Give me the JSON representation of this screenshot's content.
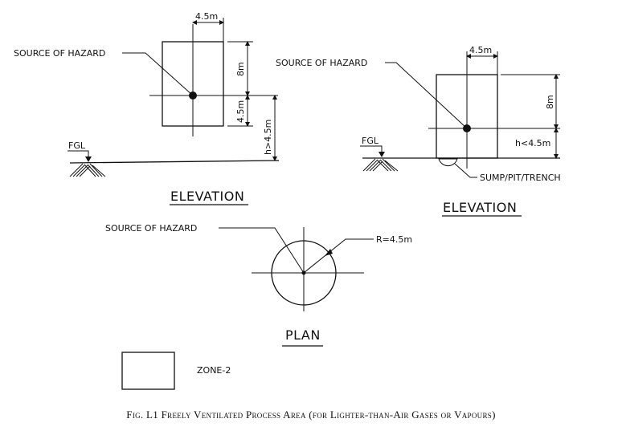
{
  "figure": {
    "caption": "Fig. L1 Freely Ventilated Process Area (for Lighter-than-Air Gases or Vapours)",
    "ink_color": "#111111",
    "background": "#ffffff"
  },
  "elevation_left": {
    "title": "ELEVATION",
    "source_label": "SOURCE OF HAZARD",
    "width_dim": "4.5m",
    "above_dim": "8m",
    "below_dim": "4.5m",
    "height_dim": "h>4.5m",
    "ground_label": "FGL"
  },
  "elevation_right": {
    "title": "ELEVATION",
    "source_label": "SOURCE OF HAZARD",
    "width_dim": "4.5m",
    "above_dim": "8m",
    "height_dim": "h<4.5m",
    "ground_label": "FGL",
    "sump_label": "SUMP/PIT/TRENCH"
  },
  "plan": {
    "title": "PLAN",
    "source_label": "SOURCE OF HAZARD",
    "radius_label": "R=4.5m"
  },
  "legend": {
    "zone_label": "ZONE-2"
  }
}
